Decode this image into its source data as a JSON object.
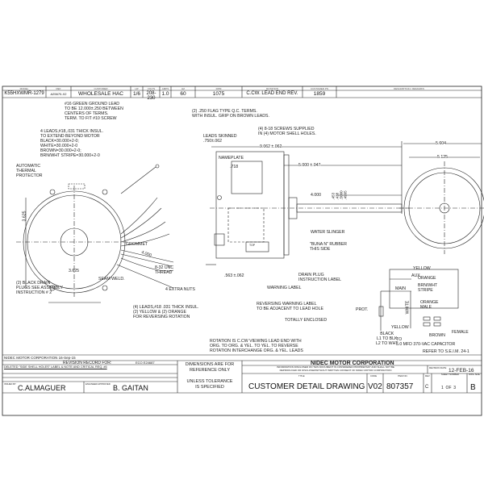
{
  "header": {
    "labels": [
      "MODEL",
      "REF",
      "CUSTOMER",
      "HP",
      "VOLTS",
      "AMPS",
      "HZ",
      "RPM",
      "ROTATION",
      "CUSTOMER PN",
      "DESCRIPTION / REMARKS"
    ],
    "values": [
      "K55HXWMR-1279",
      "A25670-X2",
      "WHOLESALE HAC",
      "1/6",
      "208-230",
      "1.0",
      "60",
      "1075",
      "C.CW. LEAD END REV.",
      "1859",
      ""
    ]
  },
  "notes": {
    "ground_lead": "#16 GREEN GROUND LEAD\nTO BE 12.000±.250 BETWEEN\nCENTERS OF TERMS.\nTERM. TO FIT #10 SCREW",
    "flag_terms": "(2) .250 FLAG TYPE Q.C. TERMS.\nWITH INSUL. GRIP ON BROWN LEADS.",
    "four_leads": "4 LEADS,#18,.031 THICK INSUL.\nTO EXTEND BEYOND MOTOR\nBLACK=30.000+2-0;\nWHITE=30.000+2-0\nBROWN=30.000+2-0;\nBRN/WHT STRIPE=30.000+2-0",
    "thermal": "AUTOMATIC\nTHERMAL\nPROTECTOR",
    "leads_skinned": "LEADS SKINNED\n.750±.062",
    "screws": "(4) 8-18 SCREWS SUPPLIED\nIN (4) MOTOR SHELL HOLES.",
    "nameplate": "NAMEPLATE",
    "grommet": "GROMMET",
    "seam_weld": "SEAM WELD.",
    "drain_plugs": "(2) BLACK DRAIN\nPLUGS SEE ASSEMBLY\nINSTRUCTION # 2",
    "thread": "8-32 UNC\nTHREAD",
    "extra_nuts": "4 EXTRA NUTS",
    "rev_leads": "(4) LEADS,#18 .031 THICK INSUL.\n(2) YELLOW & (2) ORANGE\nFOR REVERSING ROTATION",
    "water_slinger": "WATER SLINGER",
    "buna": "\"BUNA N\" RUBBER\nTHIS SIDE",
    "drain_label": "DRAIN PLUG\nINSTRUCTION LABEL",
    "warning_label": "WARNING LABEL",
    "rev_warning": "REVERSING WARNING LABEL\nTO BE ADJACENT TO LEAD HOLE",
    "enclosed": "TOTALLY ENCLOSED",
    "rotation": "ROTATION IS C.CW VIEWING LEAD END WITH\nORG. TO ORG. & YEL. TO YEL. TO REVERSE\nROTATION INTERCHANGE ORG. & YEL. LEADS",
    "top": "TOP"
  },
  "dims": {
    "d3625a": "3.625",
    "d3625b": "3.625",
    "d4000": "4.000",
    "d9062": "9.062 ±.062",
    "d5000": "5.000 ±.047",
    "d718": ".718",
    "d4000s": "4.000",
    "d563": ".563 ±.062",
    "d5604": "5.604",
    "d5125": "5.125",
    "shaft": ".453\n.438\n.5000\n.4995"
  },
  "wiring": {
    "yellow_top": "YELLOW",
    "aux": "AUX",
    "orange": "ORANGE",
    "main": "MAIN",
    "brn_wht": "BRN/WHT\nSTRIPE",
    "orange_male": "ORANGE\nMALE",
    "white": "WHITE",
    "yellow": "YELLOW",
    "female": "FEMALE",
    "brown": "BROWN",
    "prot": "PROT.",
    "black": "BLACK\nL1 TO BLK\nL2 TO WHT",
    "capacitor": "TO\n5.0 MFD 370-VAC CAPACITOR",
    "refer": "REFER TO S.E.I.M. 24-1"
  },
  "title_block": {
    "company_date": "NIDEC MOTOR CORPORATION 16-Sep-15",
    "revision_record": "REVISION RECORD FOR:",
    "eco": "ECO E24687",
    "revision_note": "DELETED \"SIDE SHELL HOLES\" LABEL & NOTE AND CRITICAL REQ. #6",
    "issued_by_label": "ISSUED BY",
    "issued_by": "C.ALMAGUER",
    "approved_label": "ENGINEER APPROVED",
    "approved": "B. GAITAN",
    "dimensions_note": "DIMENSIONS ARE FOR\nREFERENCE ONLY",
    "tolerance_note": "UNLESS TOLERANCE\nIS SPECIFIED",
    "company": "NIDEC MOTOR CORPORATION",
    "proprietary": "INFORMATION DISCLOSED ON THIS DOCUMENT IS CONSIDERED PROPRIETARY AND SHALL NOT BE\nREPRODUCED OR DISCLOSEDWITHOUT WRITTEN CONSENT OF NIDEC MOTOR CORPORATION",
    "revision_date_label": "REVISION DATE",
    "revision_date": "12-FEB-16",
    "title_label": "TITLE",
    "title": "CUSTOMER  DETAIL  DRAWING",
    "code_label": "CODE",
    "code": "V02",
    "item_label": "ITEM NO.",
    "item": "807357",
    "rev_label": "REV",
    "rev": "C",
    "sheet_label": "SHEET NUMBER",
    "sheet": "1  OF  3",
    "dwg_label": "DWG SIZE",
    "dwg": "B"
  }
}
